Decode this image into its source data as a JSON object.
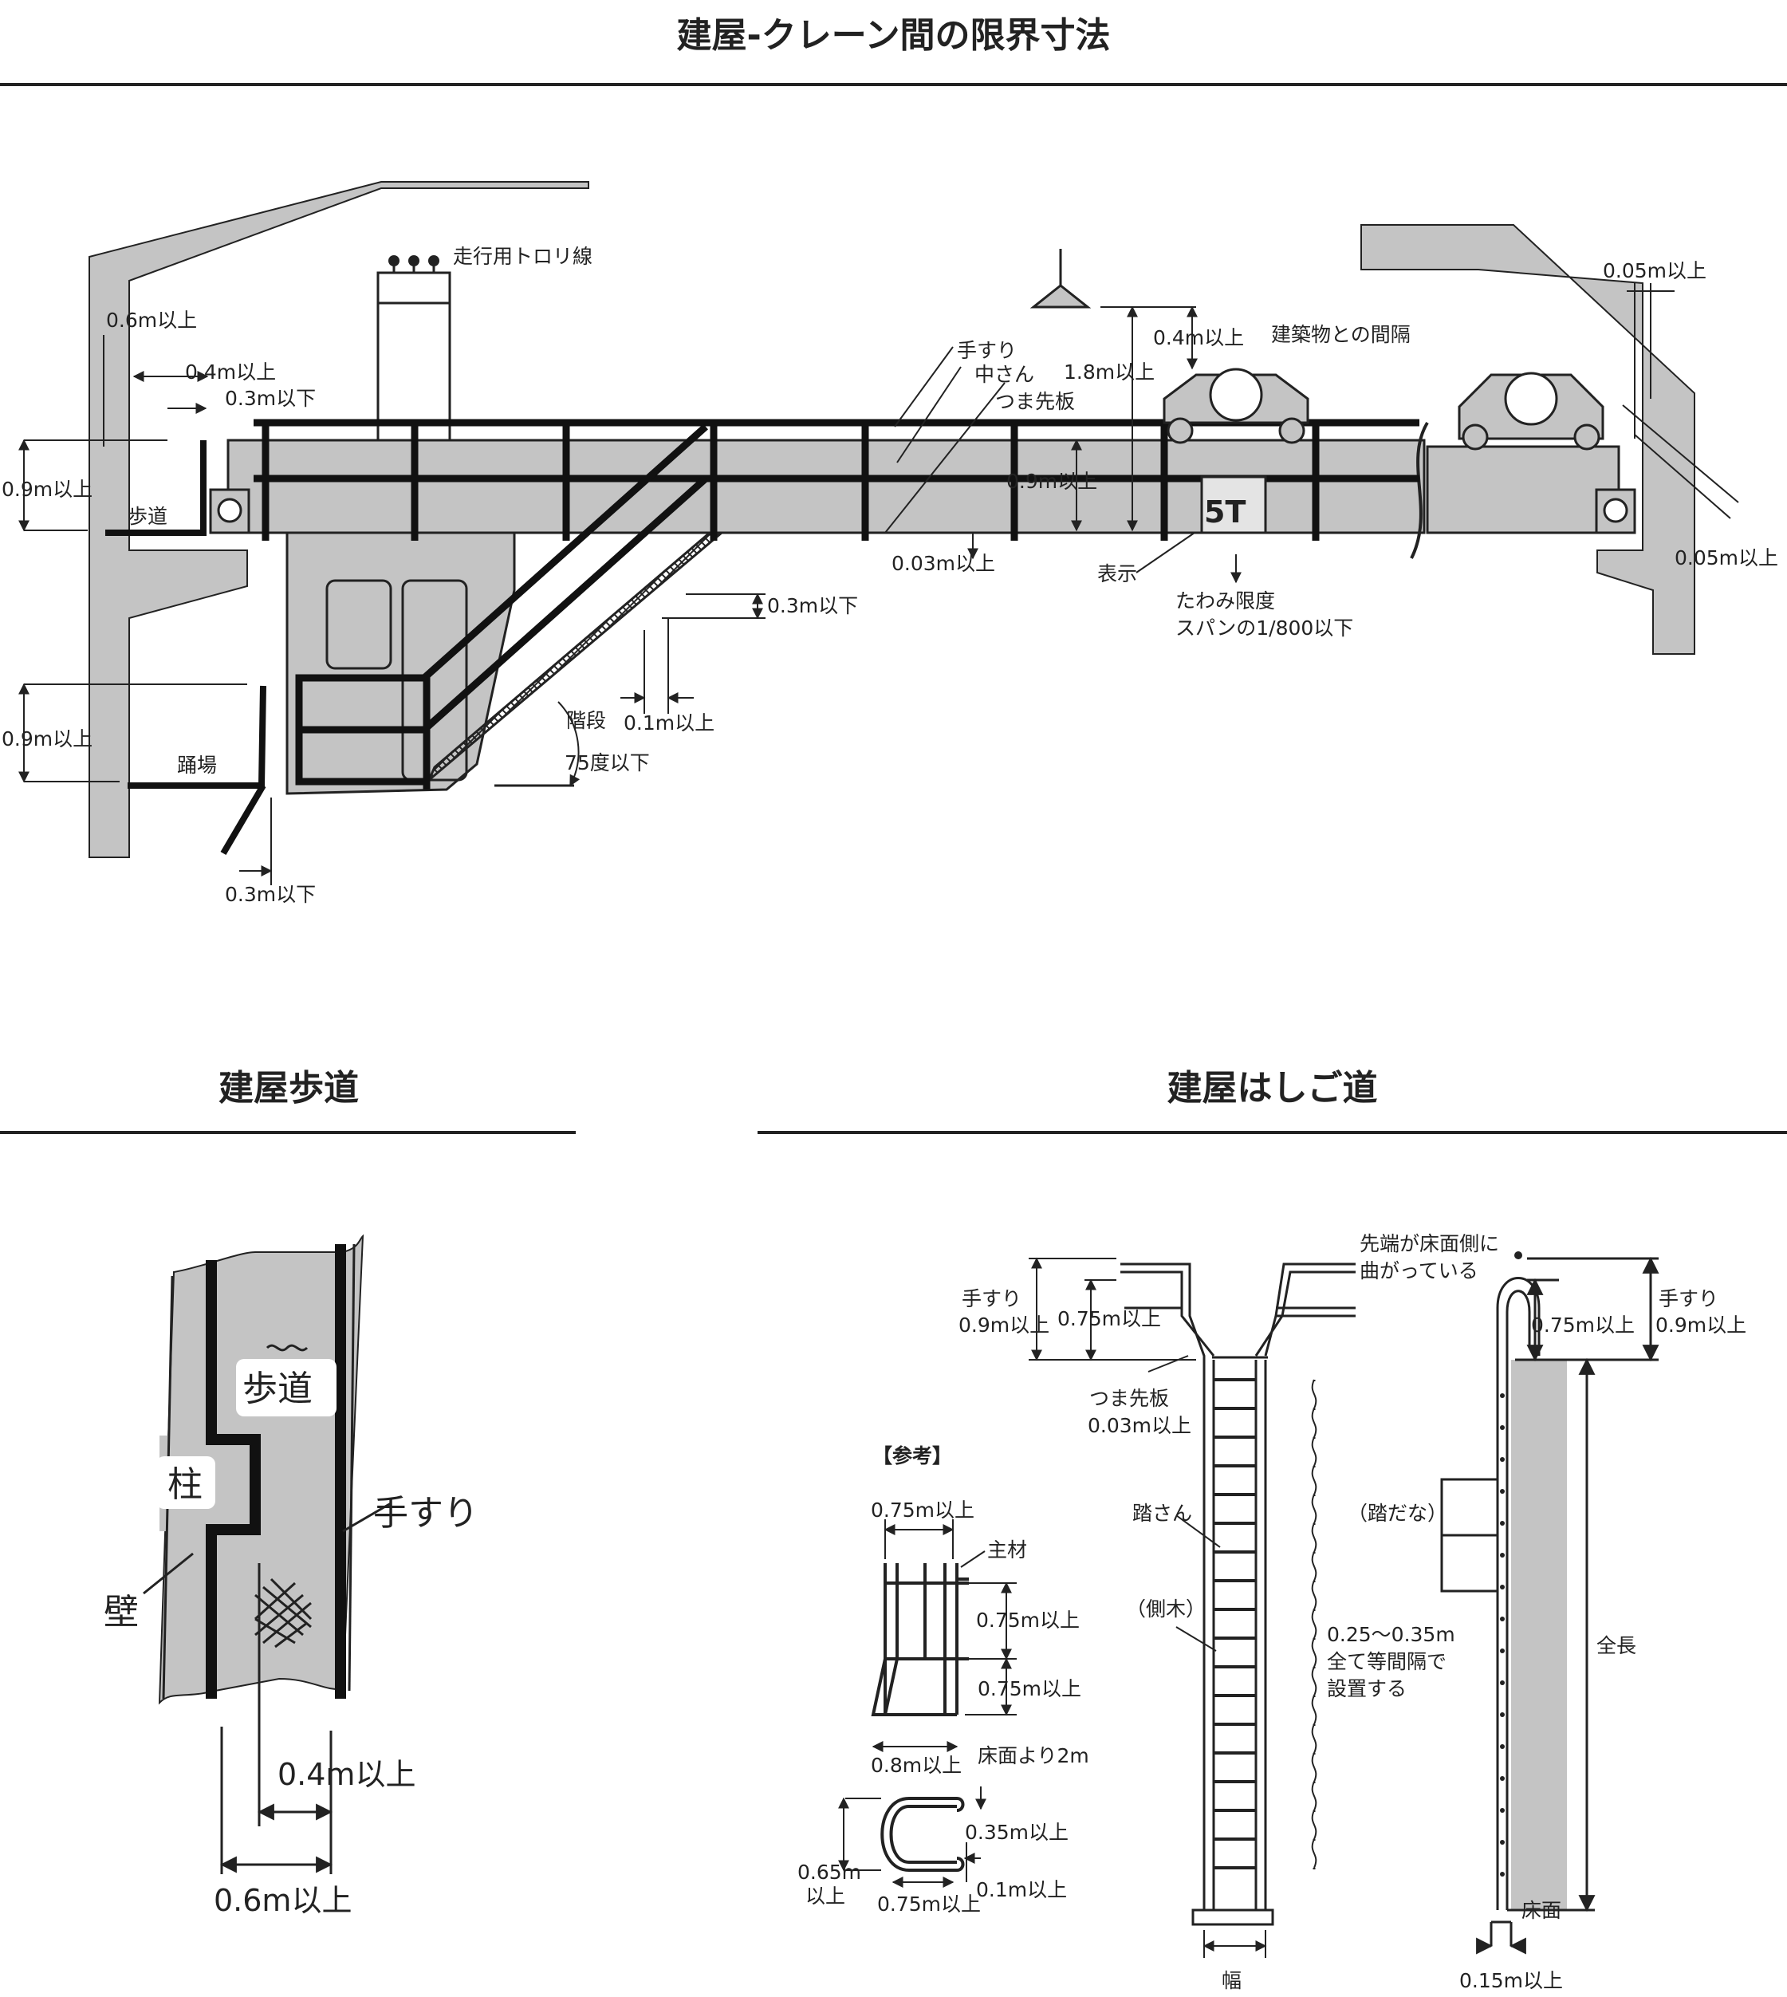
{
  "headings": {
    "main": "建屋-クレーン間の限界寸法",
    "walkway": "建屋歩道",
    "ladder": "建屋はしご道"
  },
  "crane": {
    "trolley_wire": "走行用トロリ線",
    "d06_above": "0.6m以上",
    "d04_above": "0.4m以上",
    "d03_below_a": "0.3m以下",
    "d09_left_1": "0.9m以上",
    "walkway": "歩道",
    "d09_left_2": "0.9m以上",
    "landing": "踊場",
    "d03_below_b": "0.3m以下",
    "handrail": "手すり",
    "mid_rail": "中さん",
    "toe_board": "つま先板",
    "d09_rail": "0.9m以上",
    "d003": "0.03m以上",
    "d03_below_c": "0.3m以下",
    "stairs": "階段",
    "d01": "0.1m以上",
    "angle": "75度以下",
    "d18": "1.8m以上",
    "d04_bldg": "0.4m以上",
    "bldg_gap": "建築物との間隔",
    "sign_label": "表示",
    "sign_value": "5T",
    "deflection_1": "たわみ限度",
    "deflection_2": "スパンの1/800以下",
    "d005_top": "0.05m以上",
    "d005_right": "0.05m以上"
  },
  "walkway": {
    "walk": "歩道",
    "column": "柱",
    "wall": "壁",
    "handrail": "手すり",
    "d04": "0.4m以上",
    "d06": "0.6m以上"
  },
  "ladder": {
    "tip_1": "先端が床面側に",
    "tip_2": "曲がっている",
    "handrail_l_1": "手すり",
    "handrail_l_2": "0.9m以上",
    "d075_l": "0.75m以上",
    "handrail_r_1": "手すり",
    "handrail_r_2": "0.9m以上",
    "d075_r": "0.75m以上",
    "toe_1": "つま先板",
    "toe_2": "0.03m以上",
    "rung": "踏さん",
    "side_rail": "（側木）",
    "step_shelf": "（踏だな）",
    "spacing_1": "0.25～0.35m",
    "spacing_2": "全て等間隔で",
    "spacing_3": "設置する",
    "total_len": "全長",
    "floor": "床面",
    "width": "幅",
    "d015": "0.15m以上",
    "ref": "【参考】",
    "cage_w": "0.75m以上",
    "main_member": "主材",
    "cage_h1": "0.75m以上",
    "cage_h2": "0.75m以上",
    "from_floor": "床面より2m",
    "cage_b": "0.8m以上",
    "hoop_d035": "0.35m以上",
    "hoop_d065_1": "0.65m",
    "hoop_d065_2": "以上",
    "hoop_d075": "0.75m以上",
    "hoop_d01": "0.1m以上"
  }
}
